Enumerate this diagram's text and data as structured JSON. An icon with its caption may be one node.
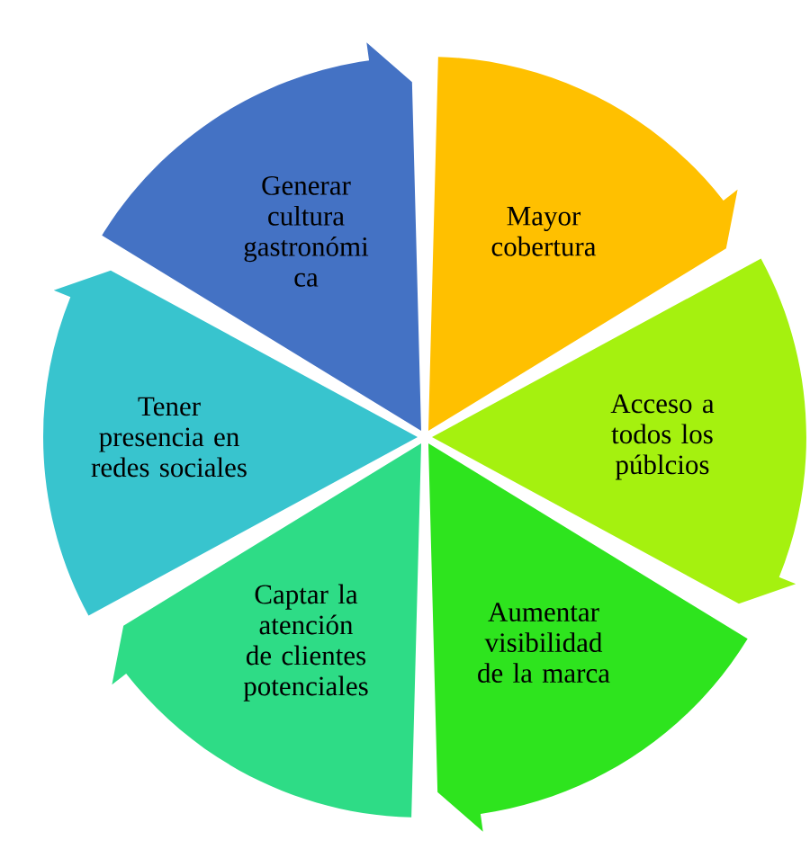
{
  "diagram": {
    "nodes": [
      {
        "text": [
          "Mayor cobertura"
        ]
      },
      {
        "text": [
          "Acceso a todos los públcios"
        ]
      },
      {
        "text": [
          "Aumentar visibilidad de la marca"
        ]
      },
      {
        "text": [
          "Captar la atención de clientes potenciales"
        ]
      },
      {
        "text": [
          "Tener presencia en redes sociales"
        ]
      },
      {
        "text": [
          "Generar cultura gastronómi ca"
        ]
      }
    ]
  }
}
